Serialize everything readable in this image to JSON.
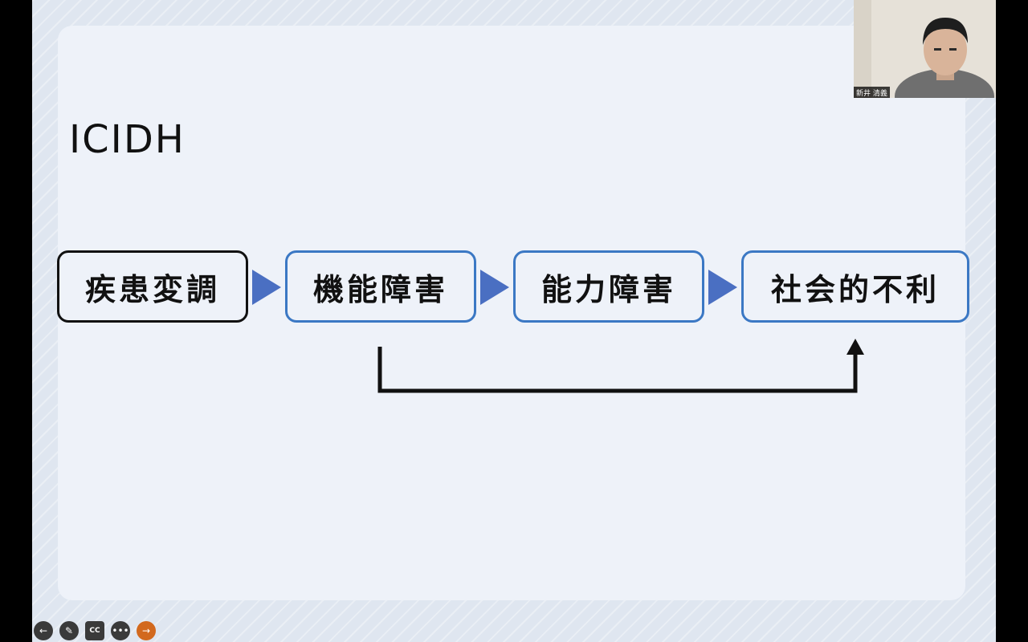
{
  "slide": {
    "title": "ICIDH",
    "boxes": [
      {
        "label": "疾患変調",
        "style": "dark"
      },
      {
        "label": "機能障害",
        "style": "blue"
      },
      {
        "label": "能力障害",
        "style": "blue"
      },
      {
        "label": "社会的不利",
        "style": "blue"
      }
    ]
  },
  "webcam": {
    "participant_name": "新井 清義"
  },
  "toolbar": {
    "buttons": [
      {
        "icon": "arrow-left-icon",
        "glyph": "←"
      },
      {
        "icon": "pen-icon",
        "glyph": "✎"
      },
      {
        "icon": "cc-icon",
        "glyph": "CC"
      },
      {
        "icon": "more-icon",
        "glyph": "•••"
      },
      {
        "icon": "exit-icon",
        "glyph": "→"
      }
    ]
  },
  "colors": {
    "accent_blue": "#3b78c4",
    "arrow_blue": "#4a6fc2",
    "slide_bg": "#eef2f9",
    "exit_orange": "#d2691e"
  }
}
